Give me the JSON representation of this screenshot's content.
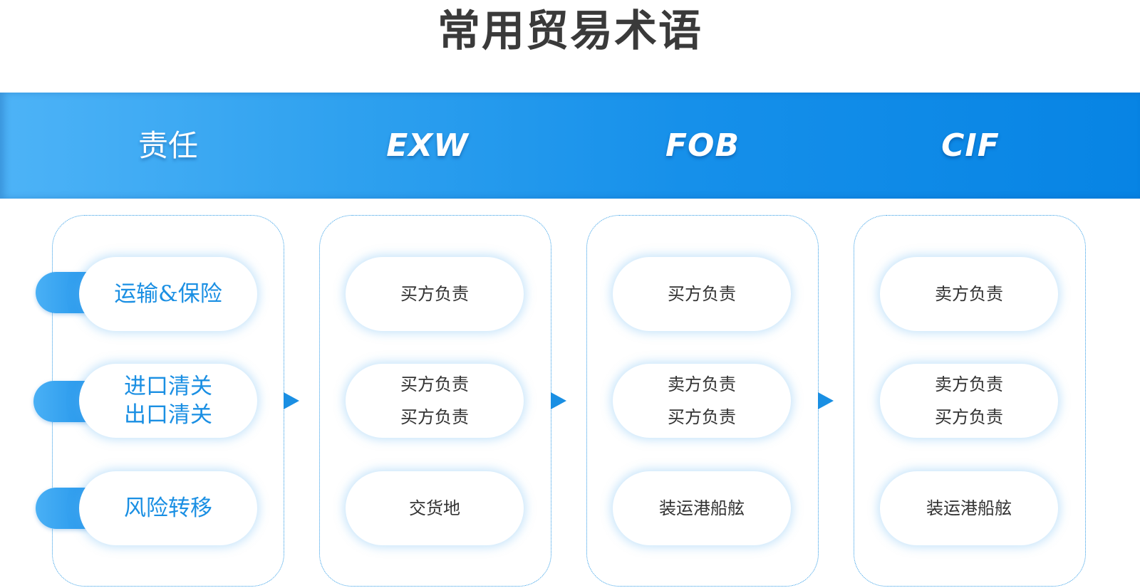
{
  "title": "常用贸易术语",
  "header": {
    "columns": [
      "责任",
      "EXW",
      "FOB",
      "CIF"
    ]
  },
  "rows": {
    "labels": [
      [
        "运输&保险"
      ],
      [
        "进口清关",
        "出口清关"
      ],
      [
        "风险转移"
      ]
    ]
  },
  "terms": [
    {
      "name": "EXW",
      "cells": [
        [
          "买方负责"
        ],
        [
          "买方负责",
          "买方负责"
        ],
        [
          "交货地"
        ]
      ]
    },
    {
      "name": "FOB",
      "cells": [
        [
          "买方负责"
        ],
        [
          "卖方负责",
          "买方负责"
        ],
        [
          "装运港船舷"
        ]
      ]
    },
    {
      "name": "CIF",
      "cells": [
        [
          "卖方负责"
        ],
        [
          "卖方负责",
          "买方负责"
        ],
        [
          "装运港船舷"
        ]
      ]
    }
  ],
  "colors": {
    "accent": "#1a8fe3",
    "band_start": "#4db3f7",
    "band_end": "#0784e4",
    "text_dark": "#333333"
  }
}
